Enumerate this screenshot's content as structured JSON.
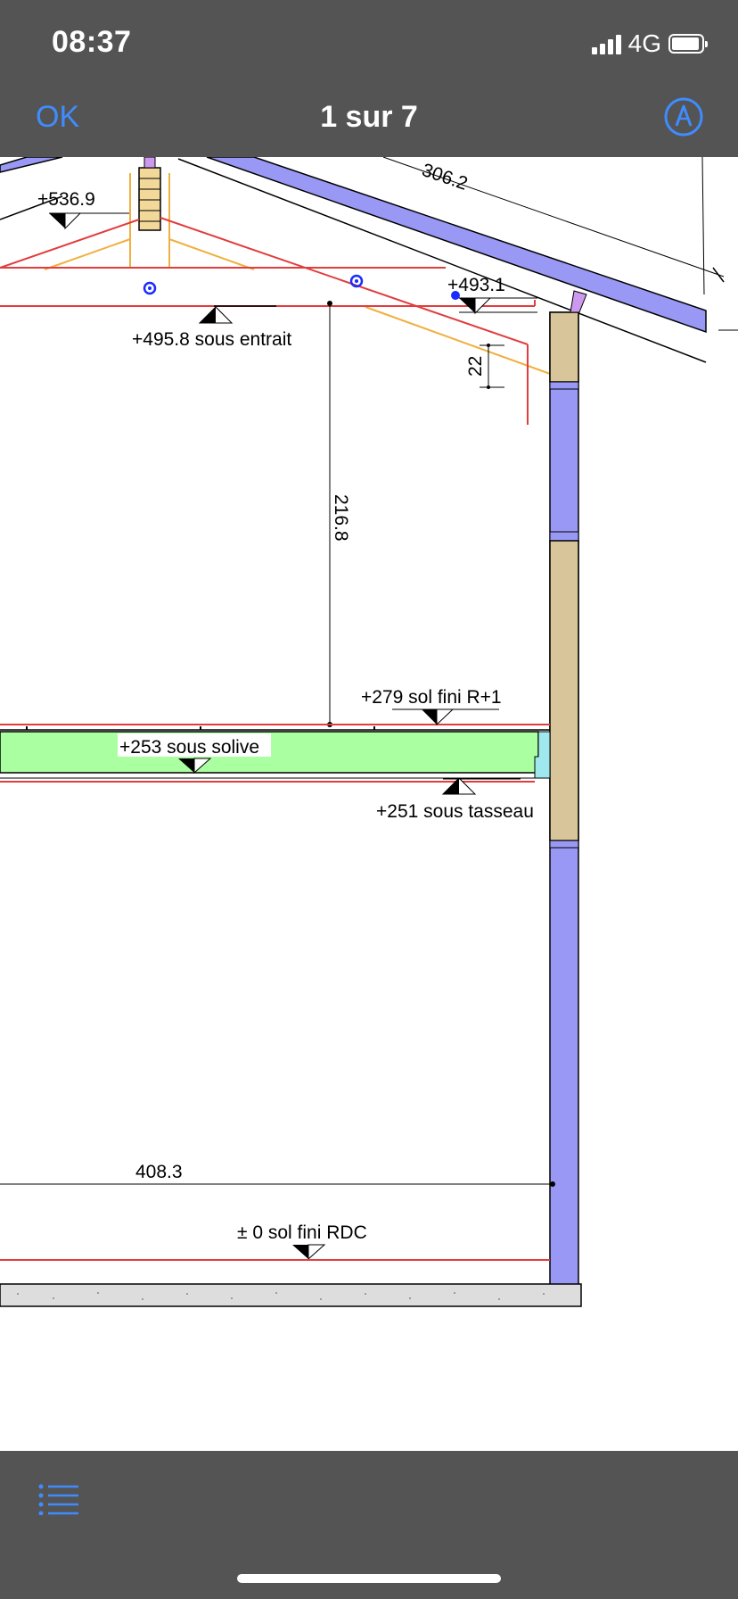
{
  "status": {
    "time": "08:37",
    "network": "4G"
  },
  "nav": {
    "ok_label": "OK",
    "page_indicator": "1 sur 7"
  },
  "drawing": {
    "labels": {
      "roof_dim": "306.2",
      "ridge_level": "+536.9",
      "eave_level": "+493.1",
      "tie_beam_level": "+495.8  sous entrait",
      "small_dim": "22",
      "height_dim": "216.8",
      "floor_r1": "+279  sol fini R+1",
      "joist_level": "+253  sous solive",
      "batten_level": "+251  sous tasseau",
      "width_dim": "408.3",
      "ground_floor": "± 0  sol fini RDC"
    }
  },
  "colors": {
    "bar_bg": "#545454",
    "accent": "#3f8cff",
    "rafter": "#9999f5",
    "timber": "#d8c69a",
    "floor": "#aaffa0",
    "red_line": "#e23c3c",
    "orange_line": "#f0b040"
  },
  "icons": {
    "markup": "markup-pen-icon",
    "list": "list-icon"
  }
}
